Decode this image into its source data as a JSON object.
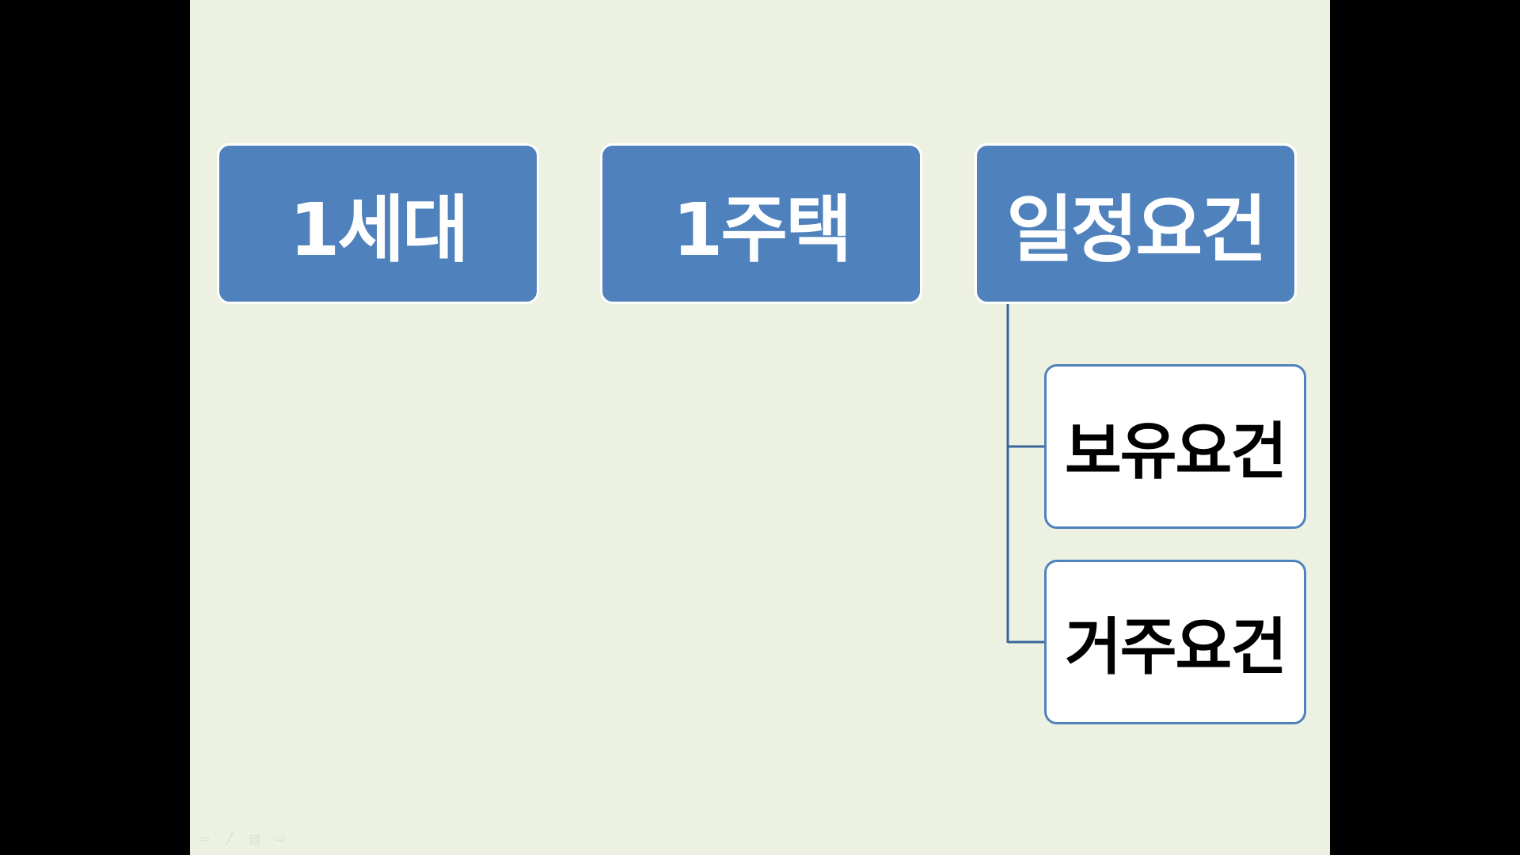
{
  "diagram": {
    "top_boxes": [
      {
        "label": "1세대"
      },
      {
        "label": "1주택"
      },
      {
        "label": "일정요건"
      }
    ],
    "sub_boxes": [
      {
        "label": "보유요건"
      },
      {
        "label": "거주요건"
      }
    ]
  },
  "colors": {
    "background": "#edf1e2",
    "box_fill": "#4f81bd",
    "box_text": "#ffffff",
    "sub_box_border": "#4f81bd",
    "connector": "#3a6799"
  },
  "toolbar": {
    "icons": [
      "prev-arrow-icon",
      "pen-icon",
      "menu-icon",
      "next-arrow-icon"
    ]
  }
}
